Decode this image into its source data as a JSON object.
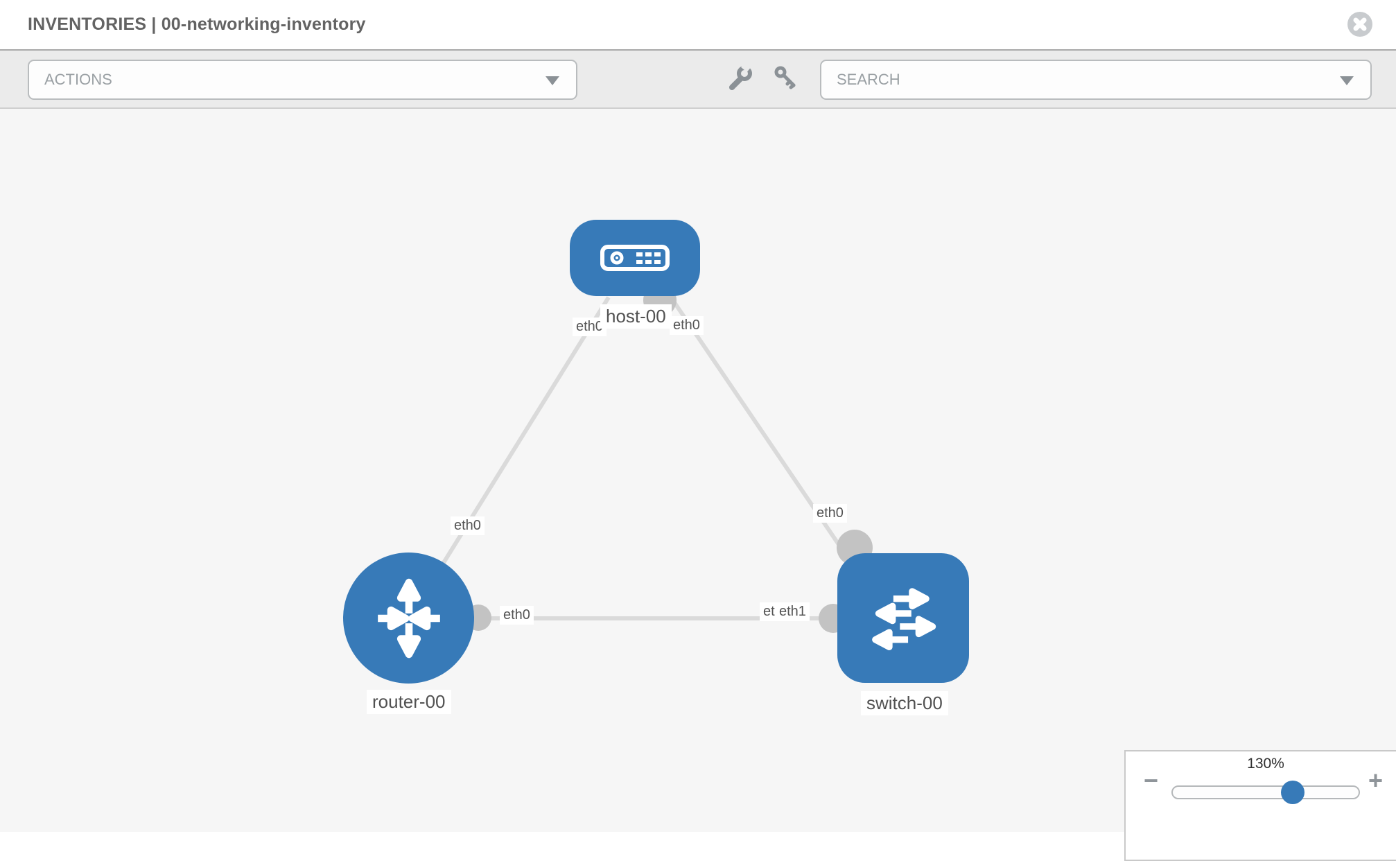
{
  "header": {
    "title": "INVENTORIES | 00-networking-inventory",
    "close_icon": "x-close"
  },
  "toolbar": {
    "actions_label": "ACTIONS",
    "search_placeholder": "SEARCH",
    "icons": [
      "wrench-icon",
      "key-icon"
    ]
  },
  "canvas": {
    "nodes": [
      {
        "label": "host-00",
        "type": "host"
      },
      {
        "label": "router-00",
        "type": "router"
      },
      {
        "label": "switch-00",
        "type": "switch"
      }
    ],
    "edges": [
      {
        "from": "host-00",
        "to": "router-00"
      },
      {
        "from": "host-00",
        "to": "switch-00"
      },
      {
        "from": "router-00",
        "to": "switch-00"
      }
    ],
    "edge_labels": [
      {
        "text": "eth0"
      },
      {
        "text": "eth0"
      },
      {
        "text": "eth0"
      },
      {
        "text": "eth0"
      },
      {
        "text": "eth0"
      },
      {
        "text": "eth0"
      },
      {
        "text": "eth1"
      }
    ]
  },
  "zoom_control": {
    "level": "130%",
    "minus_label": "−",
    "plus_label": "+"
  },
  "colors": {
    "node_blue": "#377ab8",
    "edge_gray": "#dadada",
    "connector_gray": "#c3c3c3",
    "toolbar_bg": "#ebebeb",
    "canvas_bg": "#f6f6f6"
  }
}
